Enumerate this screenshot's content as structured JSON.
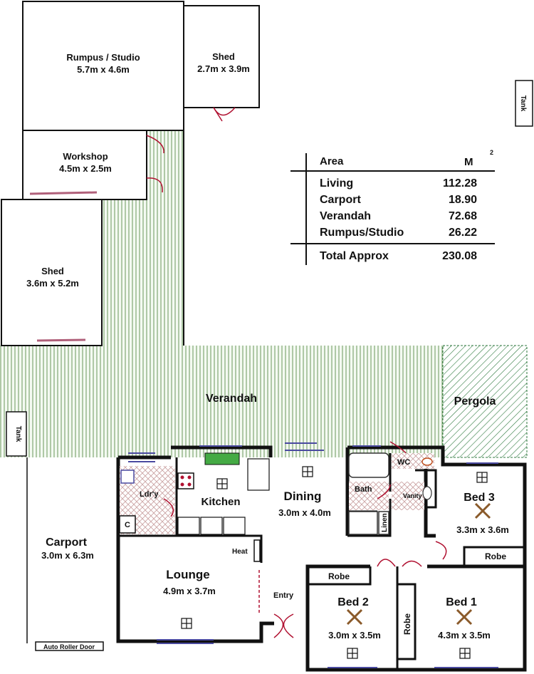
{
  "rooms": {
    "rumpus": {
      "name": "Rumpus / Studio",
      "dims": "5.7m x 4.6m"
    },
    "shed_top": {
      "name": "Shed",
      "dims": "2.7m x 3.9m"
    },
    "workshop": {
      "name": "Workshop",
      "dims": "4.5m x 2.5m"
    },
    "shed_left": {
      "name": "Shed",
      "dims": "3.6m x 5.2m"
    },
    "verandah": {
      "name": "Verandah"
    },
    "pergola": {
      "name": "Pergola"
    },
    "carport": {
      "name": "Carport",
      "dims": "3.0m x 6.3m"
    },
    "laundry": {
      "name": "Ldr'y"
    },
    "cupboard": {
      "name": "C"
    },
    "kitchen": {
      "name": "Kitchen"
    },
    "dining": {
      "name": "Dining",
      "dims": "3.0m x 4.0m"
    },
    "bath": {
      "name": "Bath"
    },
    "wc": {
      "name": "WC"
    },
    "vanity": {
      "name": "Vanity"
    },
    "linen": {
      "name": "Linen"
    },
    "bed3": {
      "name": "Bed 3",
      "dims": "3.3m x 3.6m"
    },
    "robe3": {
      "name": "Robe"
    },
    "lounge": {
      "name": "Lounge",
      "dims": "4.9m x 3.7m"
    },
    "heat": {
      "name": "Heat"
    },
    "entry": {
      "name": "Entry"
    },
    "bed2": {
      "name": "Bed 2",
      "dims": "3.0m x 3.5m"
    },
    "robe2": {
      "name": "Robe"
    },
    "bed1": {
      "name": "Bed 1",
      "dims": "4.3m x 3.5m"
    },
    "robe1": {
      "name": "Robe"
    }
  },
  "labels": {
    "tank_right": "Tank",
    "tank_left": "Tank",
    "roller_door": "Auto Roller Door"
  },
  "area_table": {
    "header_label": "Area",
    "header_unit": "M",
    "header_sup": "2",
    "rows": [
      {
        "label": "Living",
        "value": "112.28"
      },
      {
        "label": "Carport",
        "value": "18.90"
      },
      {
        "label": "Verandah",
        "value": "72.68"
      },
      {
        "label": "Rumpus/Studio",
        "value": "26.22"
      }
    ],
    "total_label": "Total Approx",
    "total_value": "230.08"
  },
  "colors": {
    "wall": "#111111",
    "verandah_hatch": "#2f6b2f",
    "pergola_hatch": "#2f7a3f",
    "wet_hatch": "#c9a0a0",
    "window": "#4a4aa0",
    "door": "#b01030",
    "sliding_door": "#b0607a",
    "kitchen_green": "#44aa44"
  }
}
